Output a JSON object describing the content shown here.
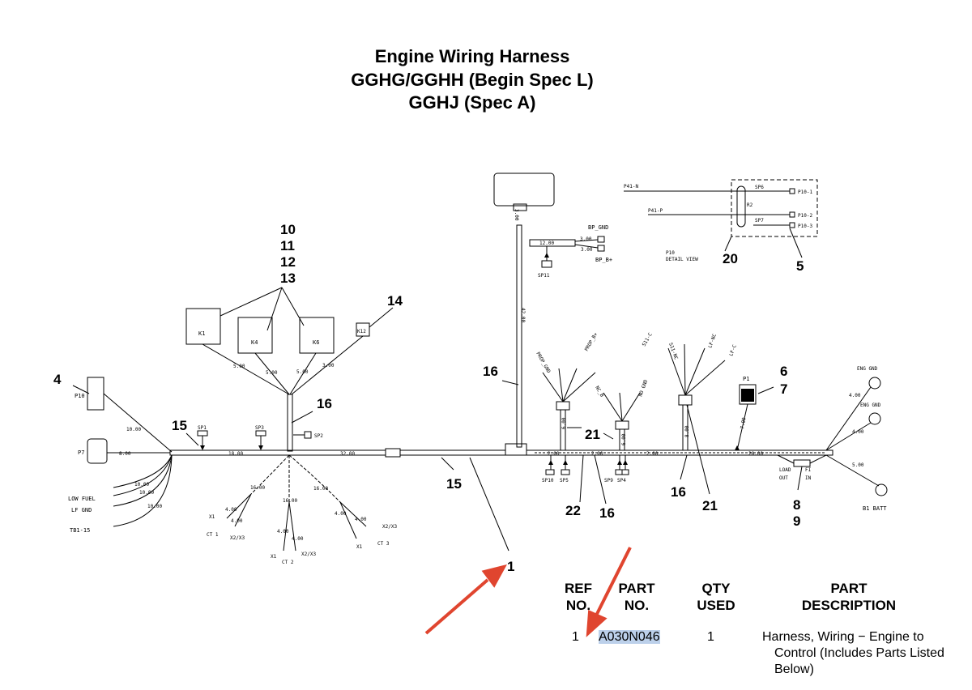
{
  "title": {
    "line1": "Engine Wiring Harness",
    "line2": "GGHG/GGHH (Begin Spec L)",
    "line3": "GGHJ (Spec A)"
  },
  "callouts": {
    "r10": "10",
    "r11": "11",
    "r12": "12",
    "r13": "13",
    "r14": "14",
    "r4": "4",
    "r15a": "15",
    "r15b": "15",
    "r16a": "16",
    "r16b": "16",
    "r16c": "16",
    "r16d": "16",
    "r21a": "21",
    "r21b": "21",
    "r22": "22",
    "r6": "6",
    "r7": "7",
    "r8": "8",
    "r9": "9",
    "r5": "5",
    "r20": "20",
    "r1": "1"
  },
  "labels": {
    "k1": "K1",
    "k4": "K4",
    "k6": "K6",
    "k12": "K12",
    "p10": "P10",
    "p7": "P7",
    "p1": "P1",
    "sp1": "SP1",
    "sp2": "SP2",
    "sp3": "SP3",
    "sp4": "SP4",
    "sp5": "SP5",
    "sp9": "SP9",
    "sp10": "SP10",
    "sp11": "SP11",
    "bp_gnd": "BP_GND",
    "bp_b": "BP_B+",
    "low_fuel": "LOW FUEL",
    "lf_gnd": "LF GND",
    "tb1": "TB1-15",
    "eng_gnd1": "ENG GND",
    "eng_gnd2": "ENG GND",
    "b1_batt": "B1 BATT",
    "load_out1": "LOAD",
    "load_out2": "OUT",
    "fi_in1": "FI",
    "fi_in2": "IN",
    "ct1": "CT 1",
    "ct2": "CT 2",
    "ct3": "CT 3",
    "x1a": "X1",
    "x1b": "X1",
    "x1c": "X1",
    "x2x3a": "X2/X3",
    "x2x3b": "X2/X3",
    "x2x3c": "X2/X3",
    "p41n": "P41-N",
    "p41p": "P41-P",
    "sp6": "SP6",
    "sp7": "SP7",
    "r2": "R2",
    "p10_1": "P10-1",
    "p10_2": "P10-2",
    "p10_3": "P10-3",
    "detail1": "P10",
    "detail2": "DETAIL VIEW",
    "prop_gnd": "PROP_GND",
    "prop_b": "PROP_B+",
    "nc_b": "NC_B",
    "no_gnd": "NO GND",
    "s11c": "S11-C",
    "s11nc": "S11-NC",
    "lfnc": "LF-NC",
    "lfc": "LF-C"
  },
  "dims": {
    "d500a": "5.00",
    "d500b": "5.00",
    "d500c": "5.00",
    "d300": "3.00",
    "d1800": "18.00",
    "d3200": "32.00",
    "d1000a": "10.00",
    "d1000b": "10.00",
    "d1000c": "10.00",
    "d1000d": "10.00",
    "d800": "8.00",
    "d1600a": "16.00",
    "d1600b": "16.00",
    "d1600c": "16.00",
    "d400a": "4.00",
    "d400b": "4.00",
    "d400c": "4.00",
    "d400d": "4.00",
    "d400e": "4.00",
    "d400f": "4.00",
    "d4200": "42.00",
    "d300b": "3.00",
    "d1200": "12.00",
    "d300c": "3.00",
    "d300d": "3.00",
    "d200a": "2.00",
    "d200b": "2.00",
    "d200c": "2.00",
    "d2000": "20.00",
    "d400g": "4.00",
    "d400h": "4.00",
    "d500d": "5.00",
    "d700": "7.00",
    "d600a": "6.00",
    "d600b": "6.00",
    "d800b": "8.00"
  },
  "table": {
    "headers": {
      "ref1": "REF",
      "ref2": "NO.",
      "part1": "PART",
      "part2": "NO.",
      "qty1": "QTY",
      "qty2": "USED",
      "desc1": "PART",
      "desc2": "DESCRIPTION"
    },
    "row": {
      "ref": "1",
      "part_no": "A030N046",
      "qty": "1",
      "desc1": "Harness, Wiring − Engine to",
      "desc2": "Control (Includes Parts Listed",
      "desc3": "Below)"
    }
  },
  "colors": {
    "arrow": "#e0452f",
    "highlight": "#bcd0ea",
    "line": "#000000"
  }
}
